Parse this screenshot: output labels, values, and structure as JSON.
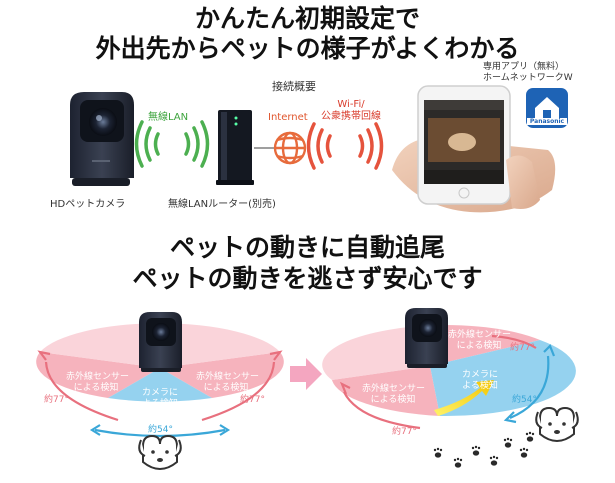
{
  "headline_top": {
    "line1": "かんたん初期設定で",
    "line2": "外出先からペットの様子がよくわかる"
  },
  "connection": {
    "title": "接続概要",
    "camera_label": "HDペットカメラ",
    "wireless_lan": "無線LAN",
    "router_label": "無線LANルーター(別売)",
    "internet": "Internet",
    "wifi_line1": "Wi-Fi/",
    "wifi_line2": "公衆携帯回線",
    "app_line1": "専用アプリ（無料）",
    "app_line2": "ホームネットワークW",
    "brand": "Panasonic"
  },
  "headline_bottom": {
    "line1": "ペットの動きに自動追尾",
    "line2": "ペットの動きを逃さず安心です"
  },
  "diagram_left": {
    "infrared_left": [
      "赤外線センサー",
      "による検知"
    ],
    "infrared_right": [
      "赤外線センサー",
      "による検知"
    ],
    "camera_detect": [
      "カメラに",
      "よる検知"
    ],
    "angle_left": "約77°",
    "angle_right": "約77°",
    "angle_bottom": "約54°"
  },
  "diagram_right": {
    "infrared_top": [
      "赤外線センサー",
      "による検知"
    ],
    "infrared_bottom": [
      "赤外線センサー",
      "による検知"
    ],
    "camera_detect": [
      "カメラに",
      "よる検知"
    ],
    "angle_top": "約77°",
    "angle_right": "約54°",
    "angle_bottom": "約77°"
  },
  "colors": {
    "pink_zone": "#f4a6b2",
    "blue_zone": "#8fd0ee",
    "arrow_pink": "#e8707e",
    "arrow_blue": "#3aa7d8",
    "wifi_green": "#4caf50",
    "wifi_red": "#e5533d",
    "globe_orange": "#e76b3c",
    "panasonic_blue": "#1e63b5"
  }
}
